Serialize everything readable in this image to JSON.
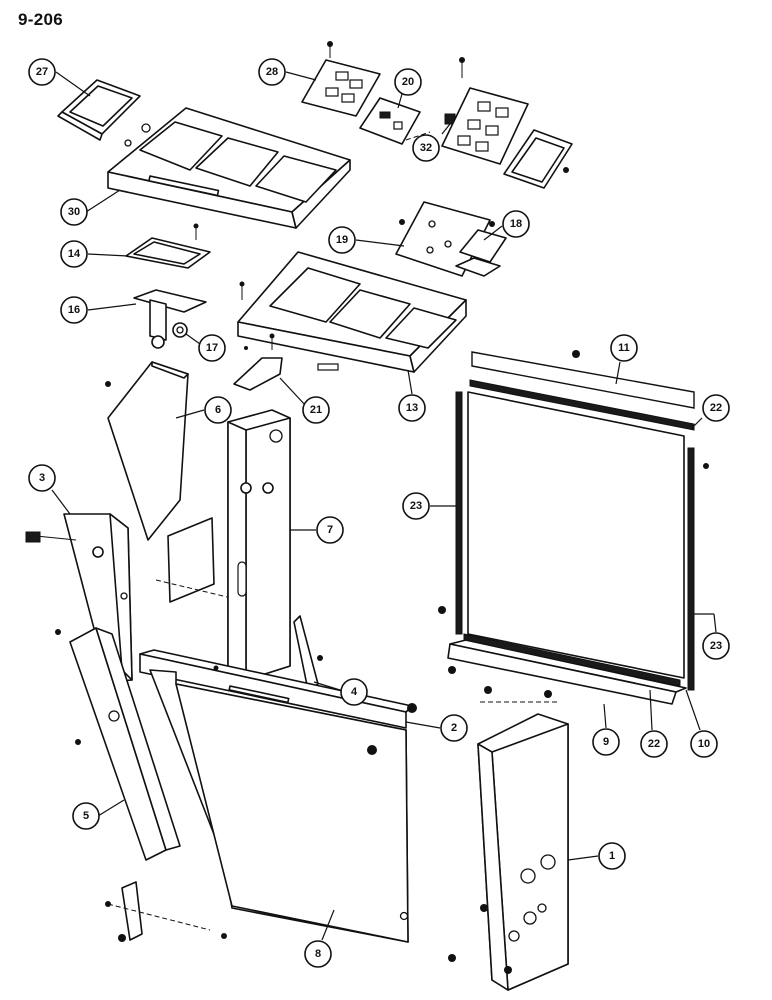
{
  "page_number": "9-206",
  "callouts": [
    {
      "id": "c27",
      "label": "27"
    },
    {
      "id": "c28",
      "label": "28"
    },
    {
      "id": "c20",
      "label": "20"
    },
    {
      "id": "c32",
      "label": "32"
    },
    {
      "id": "c30",
      "label": "30"
    },
    {
      "id": "c19",
      "label": "19"
    },
    {
      "id": "c18",
      "label": "18"
    },
    {
      "id": "c14",
      "label": "14"
    },
    {
      "id": "c16",
      "label": "16"
    },
    {
      "id": "c17",
      "label": "17"
    },
    {
      "id": "c21",
      "label": "21"
    },
    {
      "id": "c13",
      "label": "13"
    },
    {
      "id": "c11",
      "label": "11"
    },
    {
      "id": "c6",
      "label": "6"
    },
    {
      "id": "c22a",
      "label": "22"
    },
    {
      "id": "c23a",
      "label": "23"
    },
    {
      "id": "c7",
      "label": "7"
    },
    {
      "id": "c3",
      "label": "3"
    },
    {
      "id": "c23b",
      "label": "23"
    },
    {
      "id": "c4",
      "label": "4"
    },
    {
      "id": "c2",
      "label": "2"
    },
    {
      "id": "c9",
      "label": "9"
    },
    {
      "id": "c22b",
      "label": "22"
    },
    {
      "id": "c10",
      "label": "10"
    },
    {
      "id": "c5",
      "label": "5"
    },
    {
      "id": "c1",
      "label": "1"
    },
    {
      "id": "c8",
      "label": "8"
    }
  ]
}
